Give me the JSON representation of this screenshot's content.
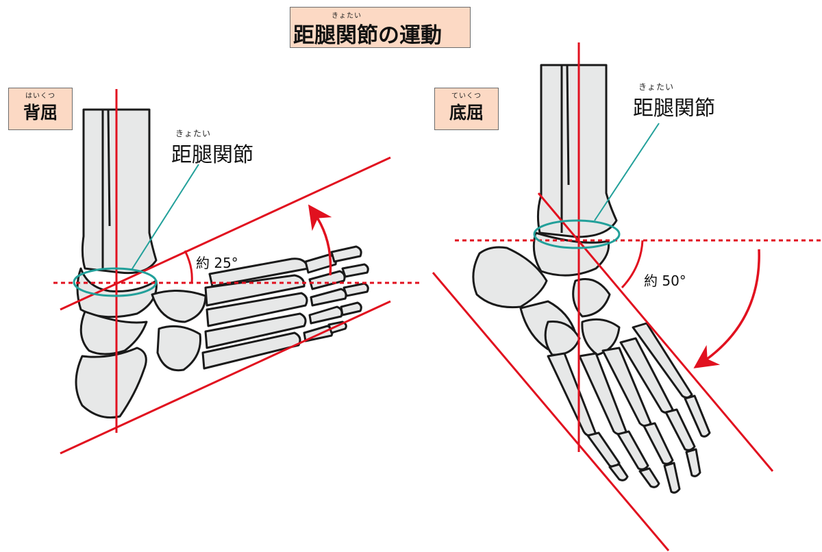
{
  "title": {
    "ruby": "きょたい",
    "text": "距腿関節の運動"
  },
  "panels": {
    "left": {
      "label_ruby": "はいくつ",
      "label": "背屈",
      "joint_ruby": "きょたい",
      "joint": "距腿関節",
      "angle": "約 25°"
    },
    "right": {
      "label_ruby": "ていくつ",
      "label": "底屈",
      "joint_ruby": "きょたい",
      "joint": "距腿関節",
      "angle": "約 50°"
    }
  },
  "colors": {
    "axis_line": "#e1111f",
    "joint_ring": "#22a09a",
    "bone_fill": "#e7e8e8",
    "bone_stroke": "#1a1a1a",
    "label_fill": "#fcd9c4"
  }
}
